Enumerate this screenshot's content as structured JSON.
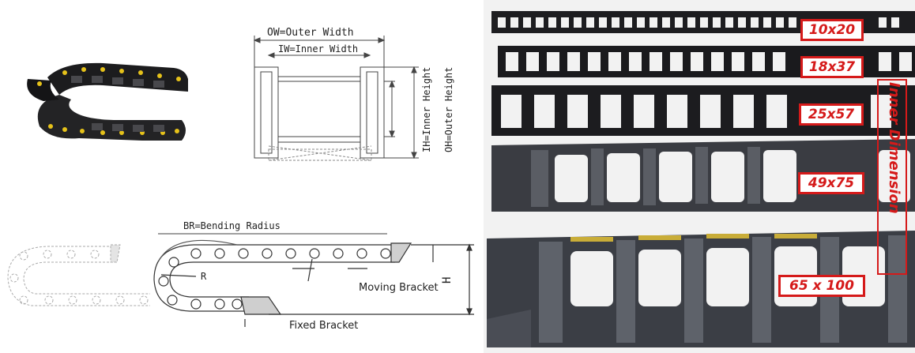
{
  "cross_section": {
    "outer_width": "OW=Outer Width",
    "inner_width": "IW=Inner Width",
    "inner_height": "IH=Inner Height",
    "outer_height": "OH=Outer Height"
  },
  "side_view": {
    "bending_radius": "BR=Bending Radius",
    "radius_mark": "R",
    "height_mark": "H",
    "moving_bracket": "Moving Bracket",
    "fixed_bracket": "Fixed Bracket"
  },
  "photo": {
    "vertical_label": "Inner Dimension",
    "sizes": [
      "10x20",
      "18x37",
      "25x57",
      "49x75",
      "65 x 100"
    ]
  },
  "colors": {
    "accent_red": "#d51a1a",
    "chain_black": "#1c1c1e",
    "link_yellow": "#e6c21a"
  }
}
